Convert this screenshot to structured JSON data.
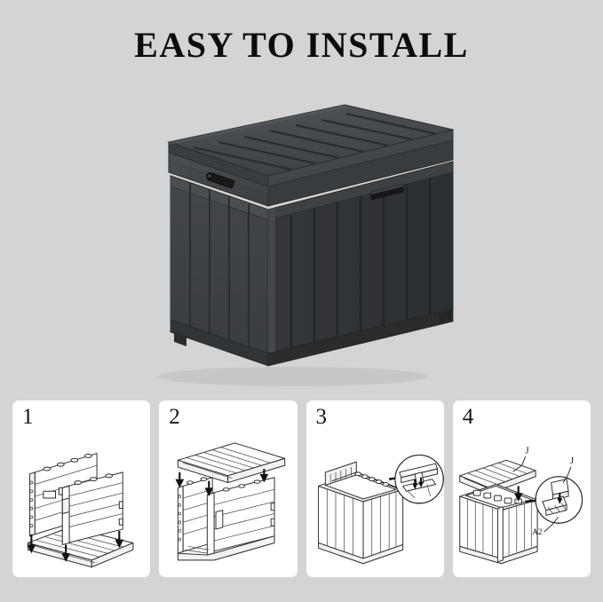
{
  "header": {
    "title": "EASY TO INSTALL"
  },
  "colors": {
    "background": "#d4d4d4",
    "card_background": "#ffffff",
    "title_text": "#0b0b0b",
    "product_body_dark": "#3c3f41",
    "product_body_mid": "#4a4d50",
    "product_shadow": "#2b2d2f",
    "line_art_stroke": "#2a2a2a"
  },
  "hero": {
    "name": "outdoor-resin-deck-storage-box",
    "description": "Dark gray resin outdoor storage deck box shown in three-quarter perspective with plank-style hinged lid, vertical slat side panels, front latch hasp and recessed side handle",
    "features": [
      "plank-style hinged lid",
      "vertical slat panels",
      "front center latch",
      "recessed side handle",
      "raised base rail"
    ]
  },
  "steps": [
    {
      "number": "1",
      "name": "step-1-attach-walls-to-base",
      "description": "Insert the side wall panels down into the slotted floor base",
      "arrows": 3,
      "labels": []
    },
    {
      "number": "2",
      "name": "step-2-fit-remaining-walls",
      "description": "Lower the remaining wall panel and top frame onto the assembled walls",
      "arrows": 3,
      "labels": []
    },
    {
      "number": "3",
      "name": "step-3-install-top-rail-hardware",
      "description": "Secure the top rail along the rear edge of the box, detail callout shows the fastener engagement",
      "arrows": 1,
      "labels": []
    },
    {
      "number": "4",
      "name": "step-4-mount-lid-with-hinges",
      "description": "Mount the lid onto the hinge pins, detail callout shows part A2 alignment",
      "arrows": 1,
      "labels": [
        "J",
        "J",
        "A2"
      ]
    }
  ]
}
